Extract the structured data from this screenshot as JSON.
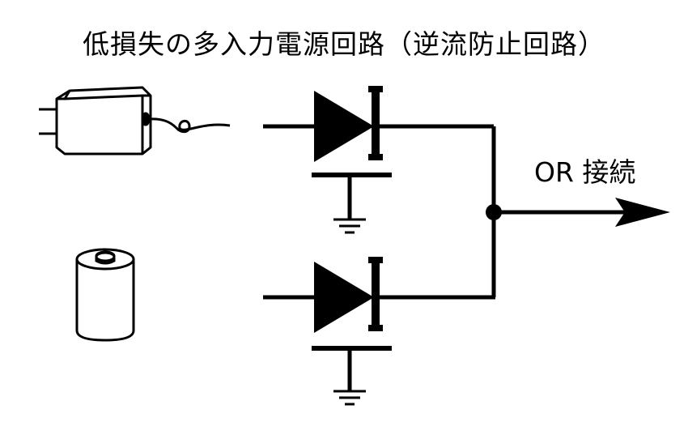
{
  "title": "低損失の多入力電源回路（逆流防止回路）",
  "output_label": "OR 接続",
  "sources": [
    {
      "icon": "ac-adapter-icon"
    },
    {
      "icon": "battery-icon"
    }
  ],
  "components": [
    "diode-icon",
    "ground-icon",
    "junction-dot",
    "output-arrow"
  ],
  "colors": {
    "line": "#000000",
    "background": "#ffffff"
  }
}
